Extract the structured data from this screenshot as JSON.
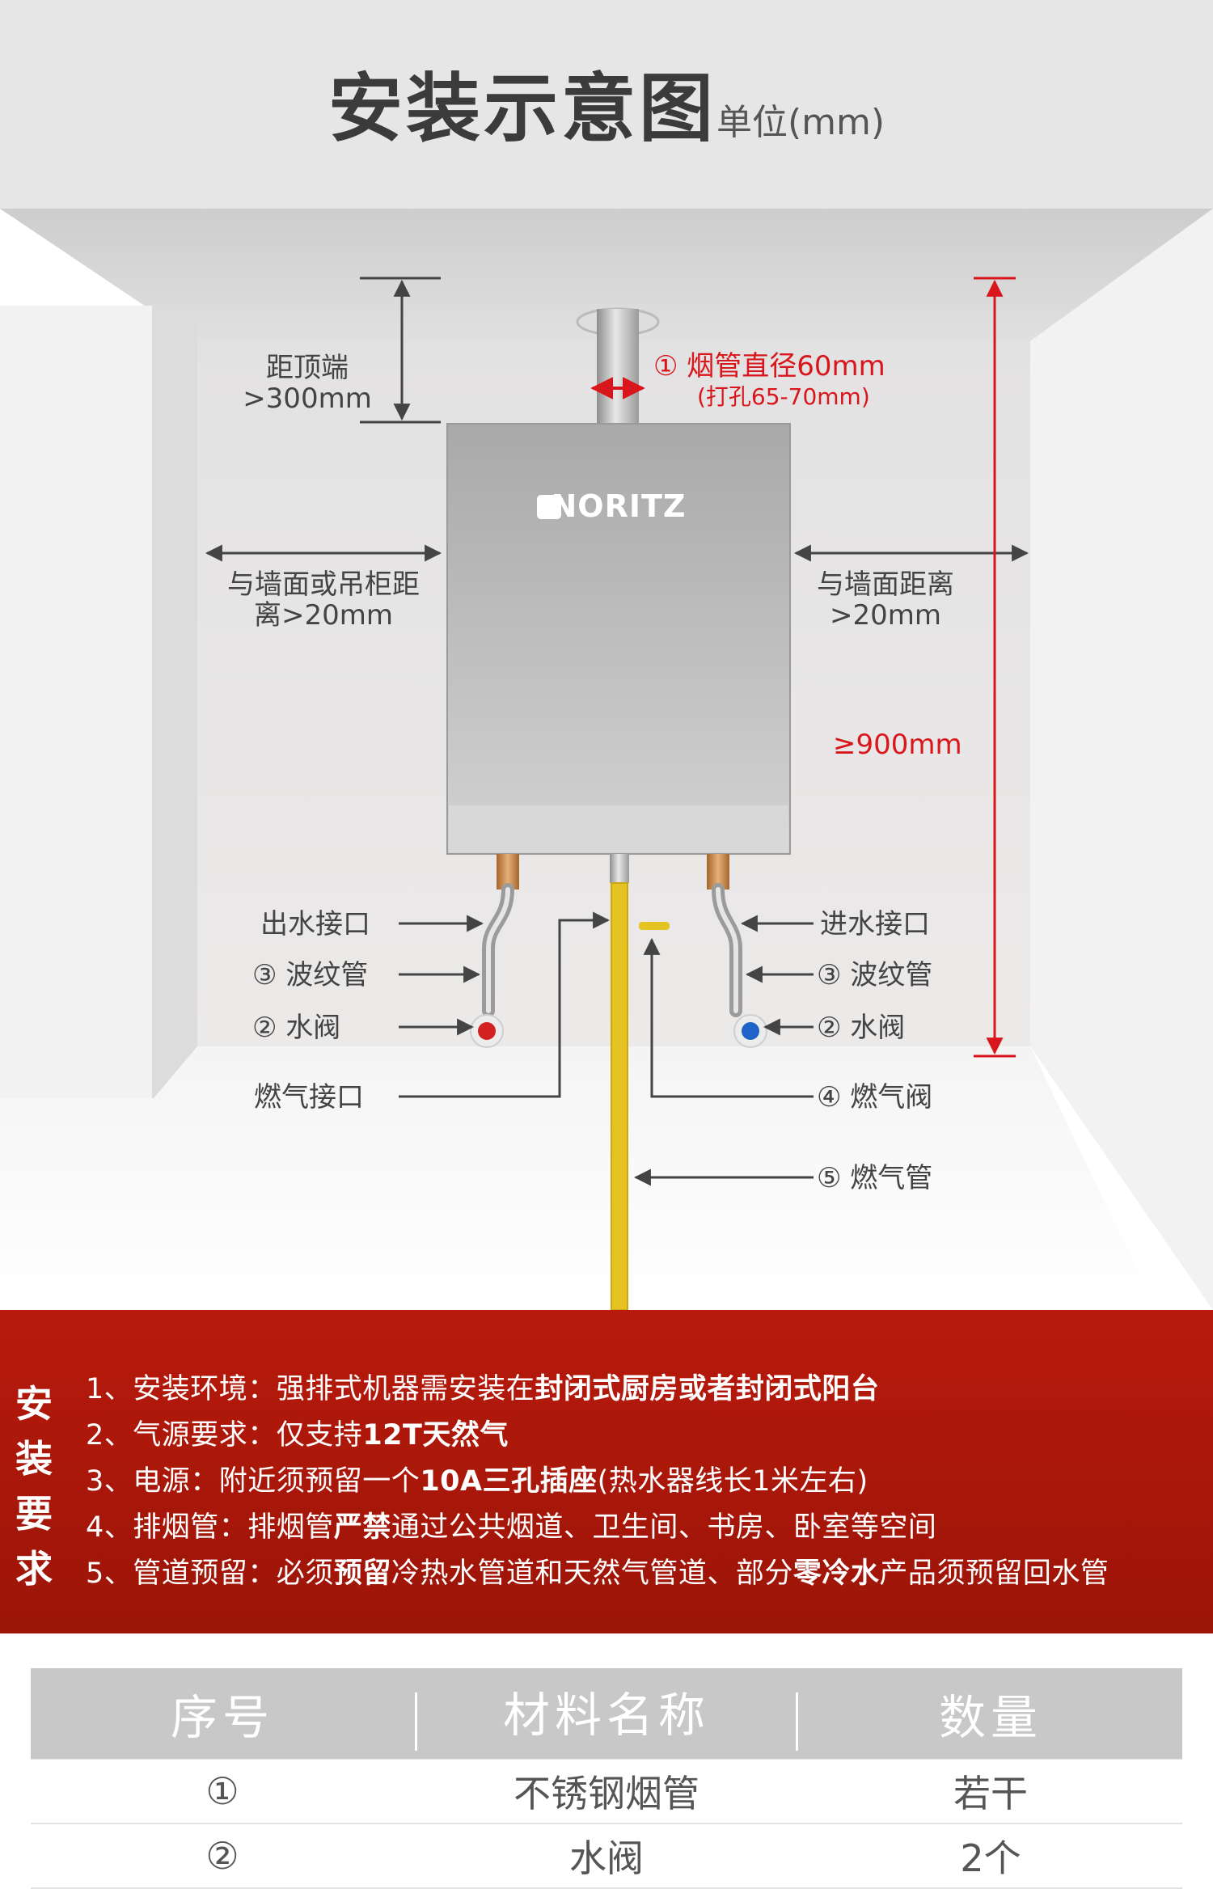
{
  "title": {
    "main": "安装示意图",
    "unit": "单位(mm)"
  },
  "brand": "NORITZ",
  "diagram": {
    "top_clearance": [
      "距顶端",
      ">300mm"
    ],
    "flue": [
      "① 烟管直径60mm",
      "(打孔65-70mm)"
    ],
    "left_clearance": [
      "与墙面或吊柜距",
      "离>20mm"
    ],
    "right_clearance": [
      "与墙面距离",
      ">20mm"
    ],
    "height": "≥900mm",
    "left_callouts": [
      "出水接口",
      "③ 波纹管",
      "② 水阀",
      "燃气接口"
    ],
    "right_callouts": [
      "进水接口",
      "③ 波纹管",
      "② 水阀",
      "④ 燃气阀",
      "⑤ 燃气管"
    ],
    "colors": {
      "accent_red": "#d9161c",
      "band_red": "#b71a0c",
      "gas_pipe": "#e4c323",
      "hot_valve": "#d32020",
      "cold_valve": "#1f63c8"
    }
  },
  "requirements": {
    "heading": [
      "安",
      "装",
      "要",
      "求"
    ],
    "items": [
      {
        "n": "1、",
        "label": "安装环境：",
        "parts": [
          {
            "t": "强排式机器需安装在",
            "b": false
          },
          {
            "t": "封闭式厨房或者封闭式阳台",
            "b": true
          }
        ]
      },
      {
        "n": "2、",
        "label": "气源要求：",
        "parts": [
          {
            "t": "仅支持",
            "b": false
          },
          {
            "t": "12T天然气",
            "b": true
          }
        ]
      },
      {
        "n": "3、",
        "label": "电源：",
        "parts": [
          {
            "t": "附近须预留一个",
            "b": false
          },
          {
            "t": "10A三孔插座",
            "b": true
          },
          {
            "t": "(热水器线长1米左右)",
            "b": false
          }
        ]
      },
      {
        "n": "4、",
        "label": "排烟管：",
        "parts": [
          {
            "t": "排烟管",
            "b": false
          },
          {
            "t": "严禁",
            "b": true
          },
          {
            "t": "通过公共烟道、卫生间、书房、卧室等空间",
            "b": false
          }
        ]
      },
      {
        "n": "5、",
        "label": "管道预留：",
        "parts": [
          {
            "t": "必须",
            "b": false
          },
          {
            "t": "预留",
            "b": true
          },
          {
            "t": "冷热水管道和天然气管道、部分",
            "b": false
          },
          {
            "t": "零冷水",
            "b": true
          },
          {
            "t": "产品须预留回水管",
            "b": false
          }
        ]
      }
    ]
  },
  "table": {
    "headers": [
      "序号",
      "材料名称",
      "数量"
    ],
    "rows": [
      [
        "①",
        "不锈钢烟管",
        "若干"
      ],
      [
        "②",
        "水阀",
        "2个"
      ]
    ]
  }
}
